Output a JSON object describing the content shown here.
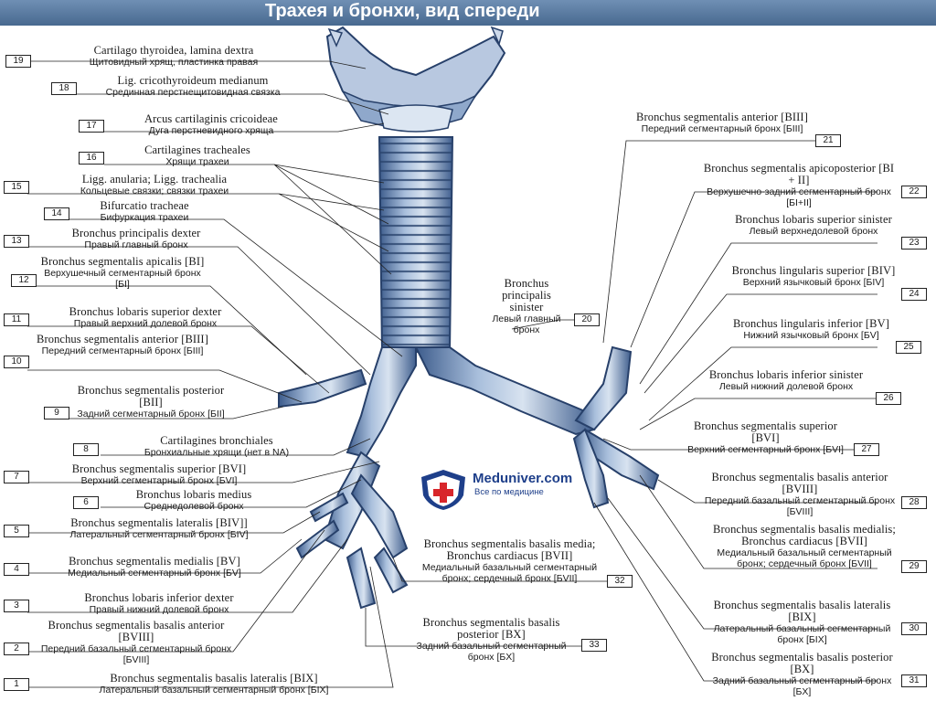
{
  "title": "Трахея и бронхи, вид спереди",
  "watermark": {
    "name": "Meduniver.com",
    "tagline": "Все по медицине"
  },
  "labels": [
    {
      "num": "19",
      "lat": "Cartilago thyroidea, lamina dextra",
      "ru": "Щитовидный хрящ, пластинка правая"
    },
    {
      "num": "18",
      "lat": "Lig. cricothyroideum medianum",
      "ru": "Срединная перстнещитовидная связка"
    },
    {
      "num": "17",
      "lat": "Arcus cartilaginis cricoideae",
      "ru": "Дуга перстневидного хряща"
    },
    {
      "num": "16",
      "lat": "Cartilagines tracheales",
      "ru": "Хрящи трахеи"
    },
    {
      "num": "15",
      "lat": "Ligg. anularia; Ligg. trachealia",
      "ru": "Кольцевые связки; связки трахеи"
    },
    {
      "num": "14",
      "lat": "Bifurcatio tracheae",
      "ru": "Бифуркация трахеи"
    },
    {
      "num": "13",
      "lat": "Bronchus principalis dexter",
      "ru": "Правый главный бронх"
    },
    {
      "num": "12",
      "lat": "Bronchus segmentalis apicalis [BI]",
      "ru": "Верхушечный сегментарный бронх [БI]"
    },
    {
      "num": "11",
      "lat": "Bronchus lobaris superior dexter",
      "ru": "Правый верхний долевой бронх"
    },
    {
      "num": "10",
      "lat": "Bronchus segmentalis anterior [BIII]",
      "ru": "Передний сегментарный бронх [БIII]"
    },
    {
      "num": "9",
      "lat": "Bronchus segmentalis posterior [BII]",
      "ru": "Задний сегментарный бронх [БII]"
    },
    {
      "num": "8",
      "lat": "Cartilagines bronchiales",
      "ru": "Бронхиальные хрящи (нет в NA)"
    },
    {
      "num": "7",
      "lat": "Bronchus segmentalis superior [BVI]",
      "ru": "Верхний сегментарный бронх [БVI]"
    },
    {
      "num": "6",
      "lat": "Bronchus lobaris medius",
      "ru": "Среднедолевой бронх"
    },
    {
      "num": "5",
      "lat": "Bronchus segmentalis lateralis [BIV]]",
      "ru": "Латеральный сегментарный бронх [БIV]"
    },
    {
      "num": "4",
      "lat": "Bronchus segmentalis medialis [BV]",
      "ru": "Медиальный сегментарный бронх [БV]"
    },
    {
      "num": "3",
      "lat": "Bronchus lobaris inferior dexter",
      "ru": "Правый нижний долевой бронх"
    },
    {
      "num": "2",
      "lat": "Bronchus segmentalis basalis anterior [BVIII]",
      "ru": "Передний базальный сегментарный бронх [БVIII]"
    },
    {
      "num": "1",
      "lat": "Bronchus segmentalis basalis lateralis [BIX]",
      "ru": "Латеральный базальный сегментарный бронх [БIX]"
    },
    {
      "num": "20",
      "lat": "Bronchus principalis sinister",
      "ru": "Левый главный бронх"
    },
    {
      "num": "21",
      "lat": "Bronchus segmentalis anterior [BIII]",
      "ru": "Передний сегментарный бронх [БIII]"
    },
    {
      "num": "22",
      "lat": "Bronchus segmentalis apicoposterior [BI + II]",
      "ru": "Верхушечно-задний сегментарный бронх [БI+II]"
    },
    {
      "num": "23",
      "lat": "Bronchus lobaris superior sinister",
      "ru": "Левый верхнедолевой бронх"
    },
    {
      "num": "24",
      "lat": "Bronchus lingularis superior [BIV]",
      "ru": "Верхний язычковый бронх [БIV]"
    },
    {
      "num": "25",
      "lat": "Bronchus lingularis inferior [BV]",
      "ru": "Нижний язычковый бронх [БV]"
    },
    {
      "num": "26",
      "lat": "Bronchus lobaris inferior sinister",
      "ru": "Левый нижний долевой бронх"
    },
    {
      "num": "27",
      "lat": "Bronchus segmentalis superior [BVI]",
      "ru": "Верхний сегментарный бронх [БVI]"
    },
    {
      "num": "28",
      "lat": "Bronchus segmentalis basalis anterior [BVIII]",
      "ru": "Передний базальный сегментарный бронх [БVIII]"
    },
    {
      "num": "29",
      "lat": "Bronchus segmentalis basalis medialis; Bronchus cardiacus [BVII]",
      "ru": "Медиальный базальный сегментарный бронх; сердечный бронх [БVII]"
    },
    {
      "num": "30",
      "lat": "Bronchus segmentalis basalis lateralis [BIX]",
      "ru": "Латеральный базальный сегментарный бронх [БIX]"
    },
    {
      "num": "31",
      "lat": "Bronchus segmentalis basalis posterior [BX]",
      "ru": "Задний базальный сегментарный бронх [БX]"
    },
    {
      "num": "32",
      "lat": "Bronchus segmentalis basalis media; Bronchus cardiacus [BVII]",
      "ru": "Медиальный базальный сегментарный бронх; сердечный бронх [БVII]"
    },
    {
      "num": "33",
      "lat": "Bronchus segmentalis basalis posterior [BX]",
      "ru": "Задний базальный сегментарный бронх [БX]"
    }
  ]
}
